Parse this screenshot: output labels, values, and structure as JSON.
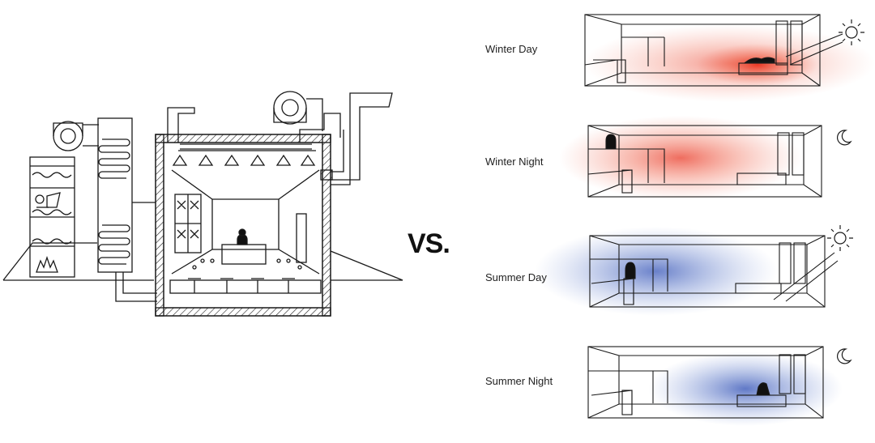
{
  "vs_label": "VS.",
  "scenes": [
    {
      "label": "Winter Day",
      "heat": "warm",
      "sky": "sun-icon"
    },
    {
      "label": "Winter Night",
      "heat": "warm",
      "sky": "moon-icon"
    },
    {
      "label": "Summer Day",
      "heat": "cool",
      "sky": "sun-icon"
    },
    {
      "label": "Summer Night",
      "heat": "cool",
      "sky": "moon-icon"
    }
  ],
  "colors": {
    "warm": "#e8321e",
    "cool": "#2f4fb5",
    "line": "#1a1a1a"
  }
}
